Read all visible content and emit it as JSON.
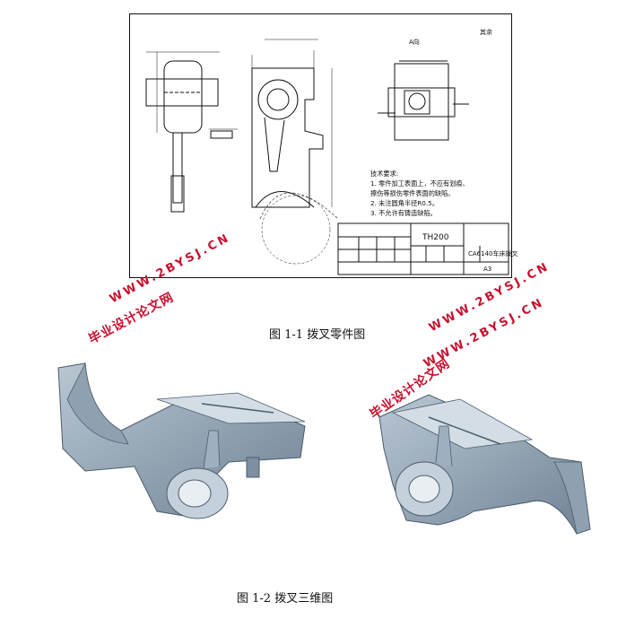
{
  "drawing": {
    "section_label": "A向",
    "surface_symbol": "其余",
    "tech_requirements": {
      "heading": "技术要求:",
      "items": [
        "1. 零件加工表面上，不应有划痕、",
        "擦伤等损伤零件表面的缺陷。",
        "2. 未注圆角半径R0.5。",
        "3. 不允许有铸造缺陷。"
      ]
    },
    "title_block": {
      "code": "TH200",
      "part_name": "CA6140车床拨叉",
      "sheet_size": "A3"
    }
  },
  "watermarks": [
    {
      "cn": "毕业设计论文网",
      "url": "WWW.2BYSJ.CN"
    },
    {
      "cn": "毕业设计论文网",
      "url": "WWW.2BYSJ.CN"
    },
    {
      "url": "WWW.2BYSJ.CN"
    }
  ],
  "captions": {
    "figure1": "图 1-1 拨叉零件图",
    "figure2": "图 1-2 拨叉三维图"
  }
}
